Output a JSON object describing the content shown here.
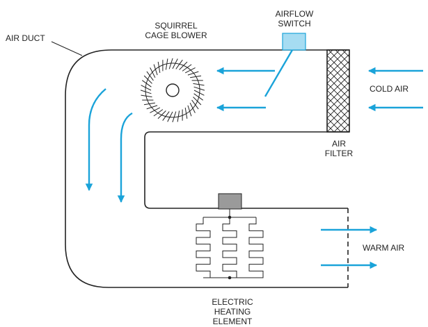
{
  "diagram": {
    "labels": {
      "air_duct": "AIR DUCT",
      "blower_line1": "SQUIRREL",
      "blower_line2": "CAGE BLOWER",
      "switch_line1": "AIRFLOW",
      "switch_line2": "SWITCH",
      "cold_air": "COLD AIR",
      "filter_line1": "AIR",
      "filter_line2": "FILTER",
      "warm_air": "WARM AIR",
      "heater_line1": "ELECTRIC",
      "heater_line2": "HEATING",
      "heater_line3": "ELEMENT"
    },
    "colors": {
      "arrow": "#1aa3d9",
      "switch_fill": "#a6dcf2",
      "heater_box": "#9a9a9a",
      "line": "#222222"
    }
  }
}
